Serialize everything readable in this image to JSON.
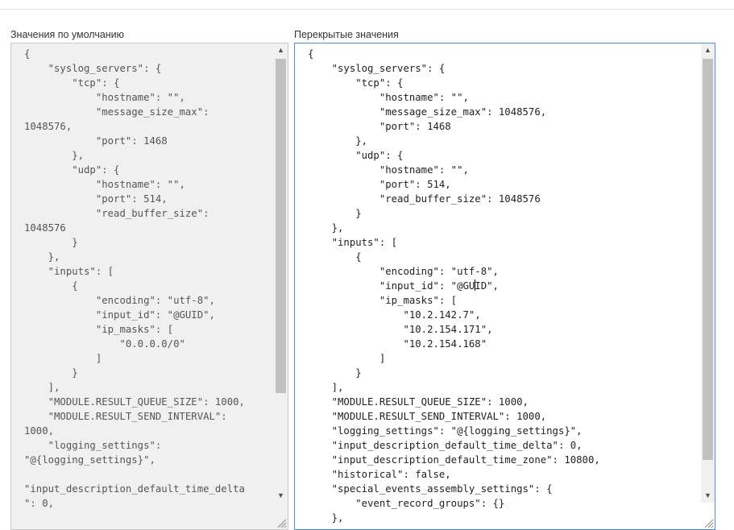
{
  "labels": {
    "defaults": "Значения по умолчанию",
    "overrides": "Перекрытые значения"
  },
  "left_lines": [
    "{",
    "    \"syslog_servers\": {",
    "        \"tcp\": {",
    "            \"hostname\": \"\",",
    "            \"message_size_max\":",
    "1048576,",
    "            \"port\": 1468",
    "        },",
    "        \"udp\": {",
    "            \"hostname\": \"\",",
    "            \"port\": 514,",
    "            \"read_buffer_size\":",
    "1048576",
    "        }",
    "    },",
    "    \"inputs\": [",
    "        {",
    "            \"encoding\": \"utf-8\",",
    "            \"input_id\": \"@GUID\",",
    "            \"ip_masks\": [",
    "                \"0.0.0.0/0\"",
    "            ]",
    "        }",
    "    ],",
    "    \"MODULE.RESULT_QUEUE_SIZE\": 1000,",
    "    \"MODULE.RESULT_SEND_INTERVAL\":",
    "1000,",
    "    \"logging_settings\":",
    "\"@{logging_settings}\",",
    "",
    "\"input_description_default_time_delta",
    "\": 0,"
  ],
  "right_lines_before_caret": [
    "{",
    "    \"syslog_servers\": {",
    "        \"tcp\": {",
    "            \"hostname\": \"\",",
    "            \"message_size_max\": 1048576,",
    "            \"port\": 1468",
    "        },",
    "        \"udp\": {",
    "            \"hostname\": \"\",",
    "            \"port\": 514,",
    "            \"read_buffer_size\": 1048576",
    "        }",
    "    },",
    "    \"inputs\": [",
    "        {",
    "            \"encoding\": \"utf-8\",",
    "            \"input_id\": \"@GU"
  ],
  "right_lines_after_caret": [
    "ID\",",
    "            \"ip_masks\": [",
    "                \"10.2.142.7\",",
    "                \"10.2.154.171\",",
    "                \"10.2.154.168\"",
    "            ]",
    "        }",
    "    ],",
    "    \"MODULE.RESULT_QUEUE_SIZE\": 1000,",
    "    \"MODULE.RESULT_SEND_INTERVAL\": 1000,",
    "    \"logging_settings\": \"@{logging_settings}\",",
    "    \"input_description_default_time_delta\": 0,",
    "    \"input_description_default_time_zone\": 10800,",
    "    \"historical\": false,",
    "    \"special_events_assembly_settings\": {",
    "        \"event_record_groups\": {}",
    "    },"
  ],
  "scroll_arrows": {
    "up": "▲",
    "down": "▼"
  },
  "icons": {
    "scroll_up": "triangle-up-icon",
    "scroll_down": "triangle-down-icon",
    "resize": "resize-grip-icon"
  },
  "colors": {
    "focus_border": "#4a90d9",
    "readonly_bg": "#f0f0f0"
  }
}
